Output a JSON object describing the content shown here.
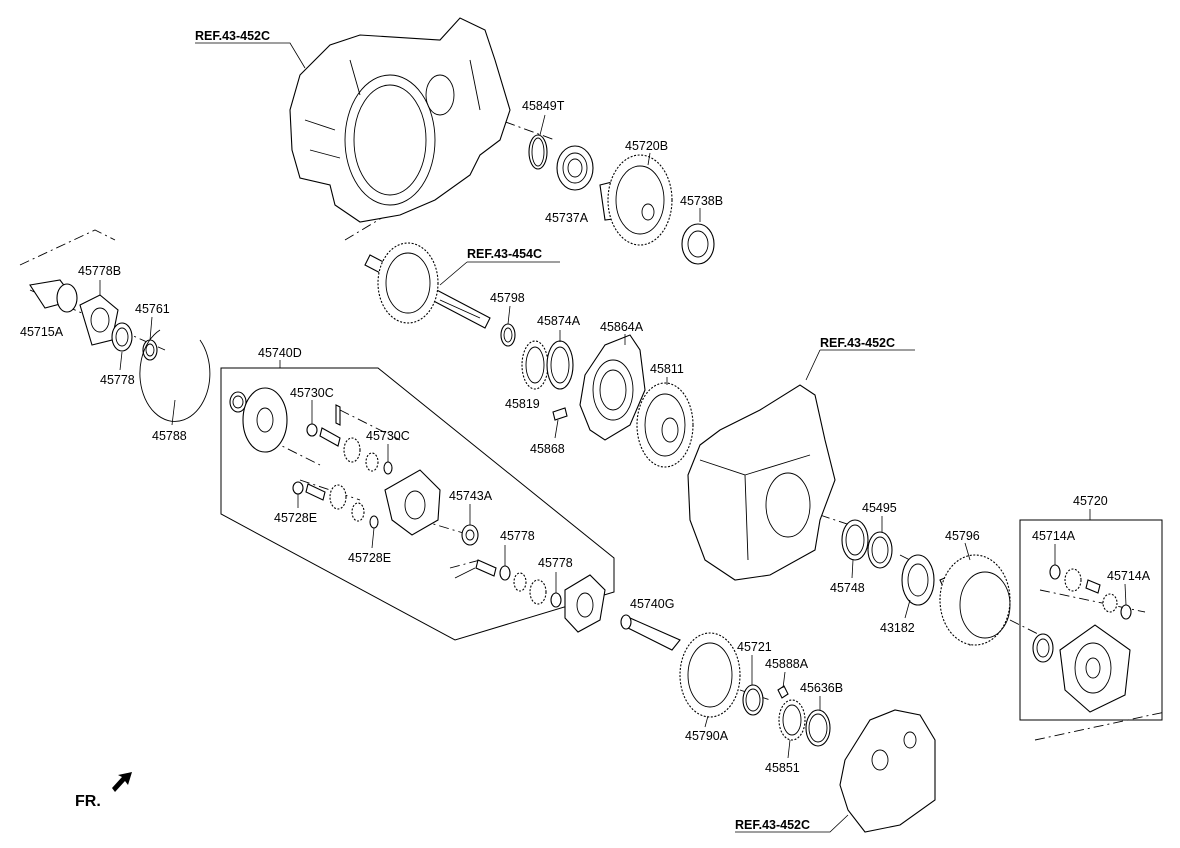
{
  "references": {
    "ref_top": "REF.43-452C",
    "ref_shaft": "REF.43-454C",
    "ref_mid": "REF.43-452C",
    "ref_bottom": "REF.43-452C"
  },
  "direction_label": "FR.",
  "parts": {
    "p45849T": "45849T",
    "p45720B": "45720B",
    "p45737A": "45737A",
    "p45738B": "45738B",
    "p45778B": "45778B",
    "p45715A": "45715A",
    "p45761": "45761",
    "p45778_left": "45778",
    "p45788": "45788",
    "p45798": "45798",
    "p45874A": "45874A",
    "p45864A": "45864A",
    "p45819": "45819",
    "p45811": "45811",
    "p45868": "45868",
    "p45740D": "45740D",
    "p45730C_a": "45730C",
    "p45730C_b": "45730C",
    "p45743A": "45743A",
    "p45728E_a": "45728E",
    "p45728E_b": "45728E",
    "p45778_mid": "45778",
    "p45778_low": "45778",
    "p45495": "45495",
    "p45748": "45748",
    "p45796": "45796",
    "p43182": "43182",
    "p45720": "45720",
    "p45714A_a": "45714A",
    "p45714A_b": "45714A",
    "p45740G": "45740G",
    "p45721": "45721",
    "p45888A": "45888A",
    "p45636B": "45636B",
    "p45790A": "45790A",
    "p45851": "45851"
  }
}
